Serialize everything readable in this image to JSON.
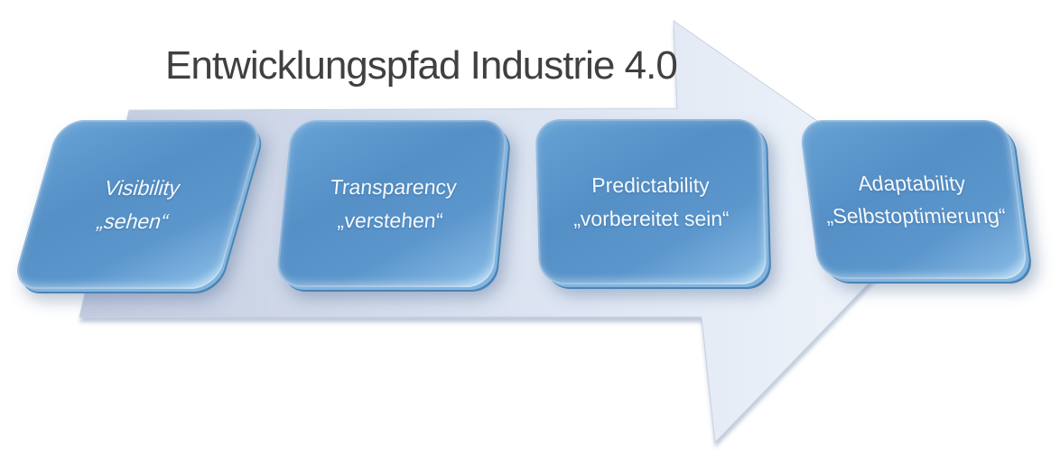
{
  "diagram": {
    "title": "Entwicklungspfad Industrie 4.0",
    "stages": [
      {
        "label": "Visibility",
        "quote": "„sehen“"
      },
      {
        "label": "Transparency",
        "quote": "„verstehen“"
      },
      {
        "label": "Predictability",
        "quote": "„vorbereitet sein“"
      },
      {
        "label": "Adaptability",
        "quote": "„Selbstoptimierung“"
      }
    ],
    "colors": {
      "box_fill": "#548fc6",
      "box_fill_light": "#a9d6f4",
      "box_rim_dark": "#4a83b4",
      "arrow_gradient_start": "#c3cce0",
      "arrow_gradient_end": "#f2f6fc",
      "arrow_side_shadow": "#b7c1d4",
      "title_text": "#404040",
      "stage_text": "#ffffff",
      "background": "#ffffff"
    }
  }
}
